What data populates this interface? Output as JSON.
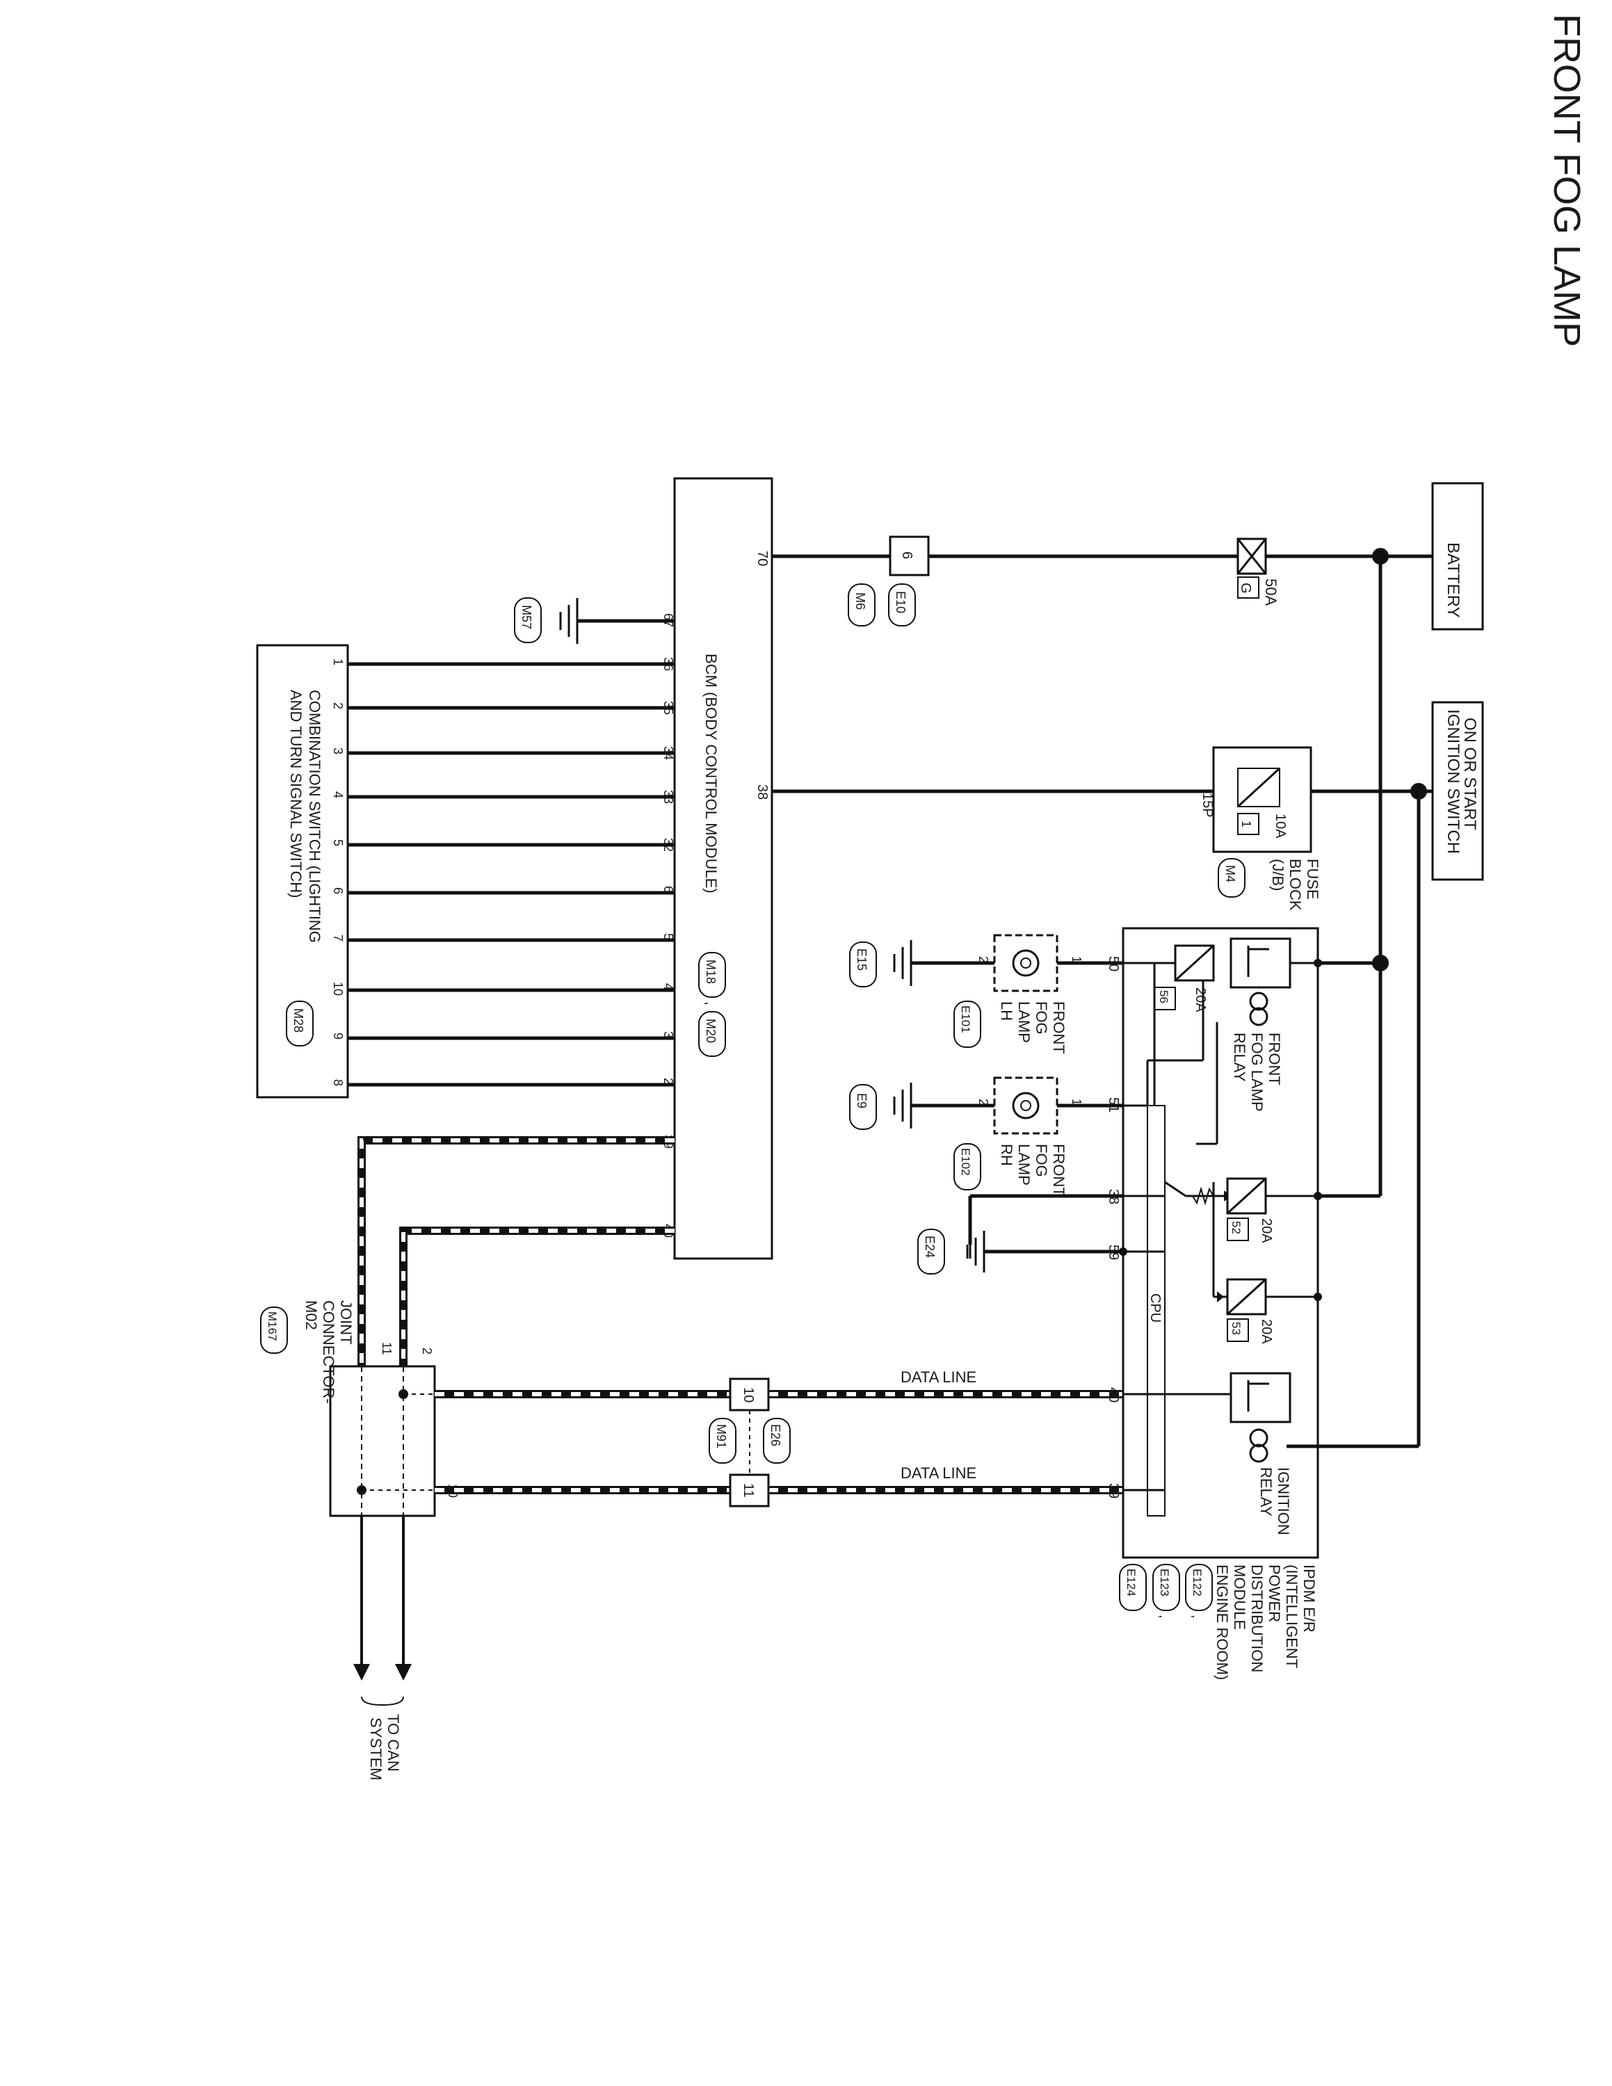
{
  "title": "FRONT FOG LAMP",
  "supplies": {
    "battery": "BATTERY",
    "ignition": [
      "IGNITION SWITCH",
      "ON OR START"
    ]
  },
  "fuse_main": {
    "rating": "50A",
    "code": "G"
  },
  "fuse_block": {
    "rating": "10A",
    "code": "1",
    "label": [
      "FUSE",
      "BLOCK",
      "(J/B)"
    ],
    "connector": "M4",
    "pin": "15P"
  },
  "bcm": {
    "label": "BCM (BODY CONTROL MODULE)",
    "connectors": [
      "M18",
      "M20"
    ],
    "sep": ",",
    "pins_top": [
      "70",
      "38"
    ],
    "pins_left": [
      "67",
      "36",
      "35",
      "34",
      "33",
      "32",
      "6",
      "5",
      "4",
      "3",
      "2",
      "39",
      "40"
    ]
  },
  "inline_e10": {
    "pin": "6",
    "connectors": [
      "E10",
      "M6"
    ]
  },
  "ground_m57": "M57",
  "combination_switch": {
    "label": [
      "COMBINATION SWITCH (LIGHTING",
      "AND TURN SIGNAL SWITCH)"
    ],
    "connector": "M28",
    "pins": [
      "1",
      "2",
      "3",
      "4",
      "5",
      "6",
      "7",
      "10",
      "9",
      "8"
    ]
  },
  "ipdm": {
    "label": [
      "IPDM E/R",
      "(INTELLIGENT",
      "POWER",
      "DISTRIBUTION",
      "MODULE",
      "ENGINE ROOM)"
    ],
    "connectors": [
      "E122",
      "E123",
      "E124"
    ],
    "sep": ",",
    "fog_relay": [
      "FRONT",
      "FOG LAMP",
      "RELAY"
    ],
    "ignition_relay": [
      "IGNITION",
      "RELAY"
    ],
    "fuse56": {
      "rating": "20A",
      "code": "56"
    },
    "fuse52": {
      "rating": "20A",
      "code": "52"
    },
    "fuse53": {
      "rating": "20A",
      "code": "53"
    },
    "cpu": "CPU",
    "pins": [
      "50",
      "51",
      "38",
      "59",
      "40",
      "39"
    ]
  },
  "lamp_lh": {
    "label": [
      "FRONT",
      "FOG",
      "LAMP",
      "LH"
    ],
    "connector": "E101",
    "pin1": "1",
    "pin2": "2",
    "ground": "E15"
  },
  "lamp_rh": {
    "label": [
      "FRONT",
      "FOG",
      "LAMP",
      "RH"
    ],
    "connector": "E102",
    "pin1": "1",
    "pin2": "2",
    "ground": "E9"
  },
  "ground_e24": "E24",
  "data_line": "DATA LINE",
  "can_inline": {
    "pins": [
      "10",
      "11"
    ],
    "connectors": [
      "E26",
      "M91"
    ]
  },
  "joint_connector": {
    "label": [
      "JOINT",
      "CONNECTOR-",
      "M02"
    ],
    "connector": "M167",
    "pins_top": [
      "11",
      "2"
    ],
    "pins_right": [
      "1",
      "10"
    ]
  },
  "to_can": [
    "TO CAN",
    "SYSTEM"
  ]
}
